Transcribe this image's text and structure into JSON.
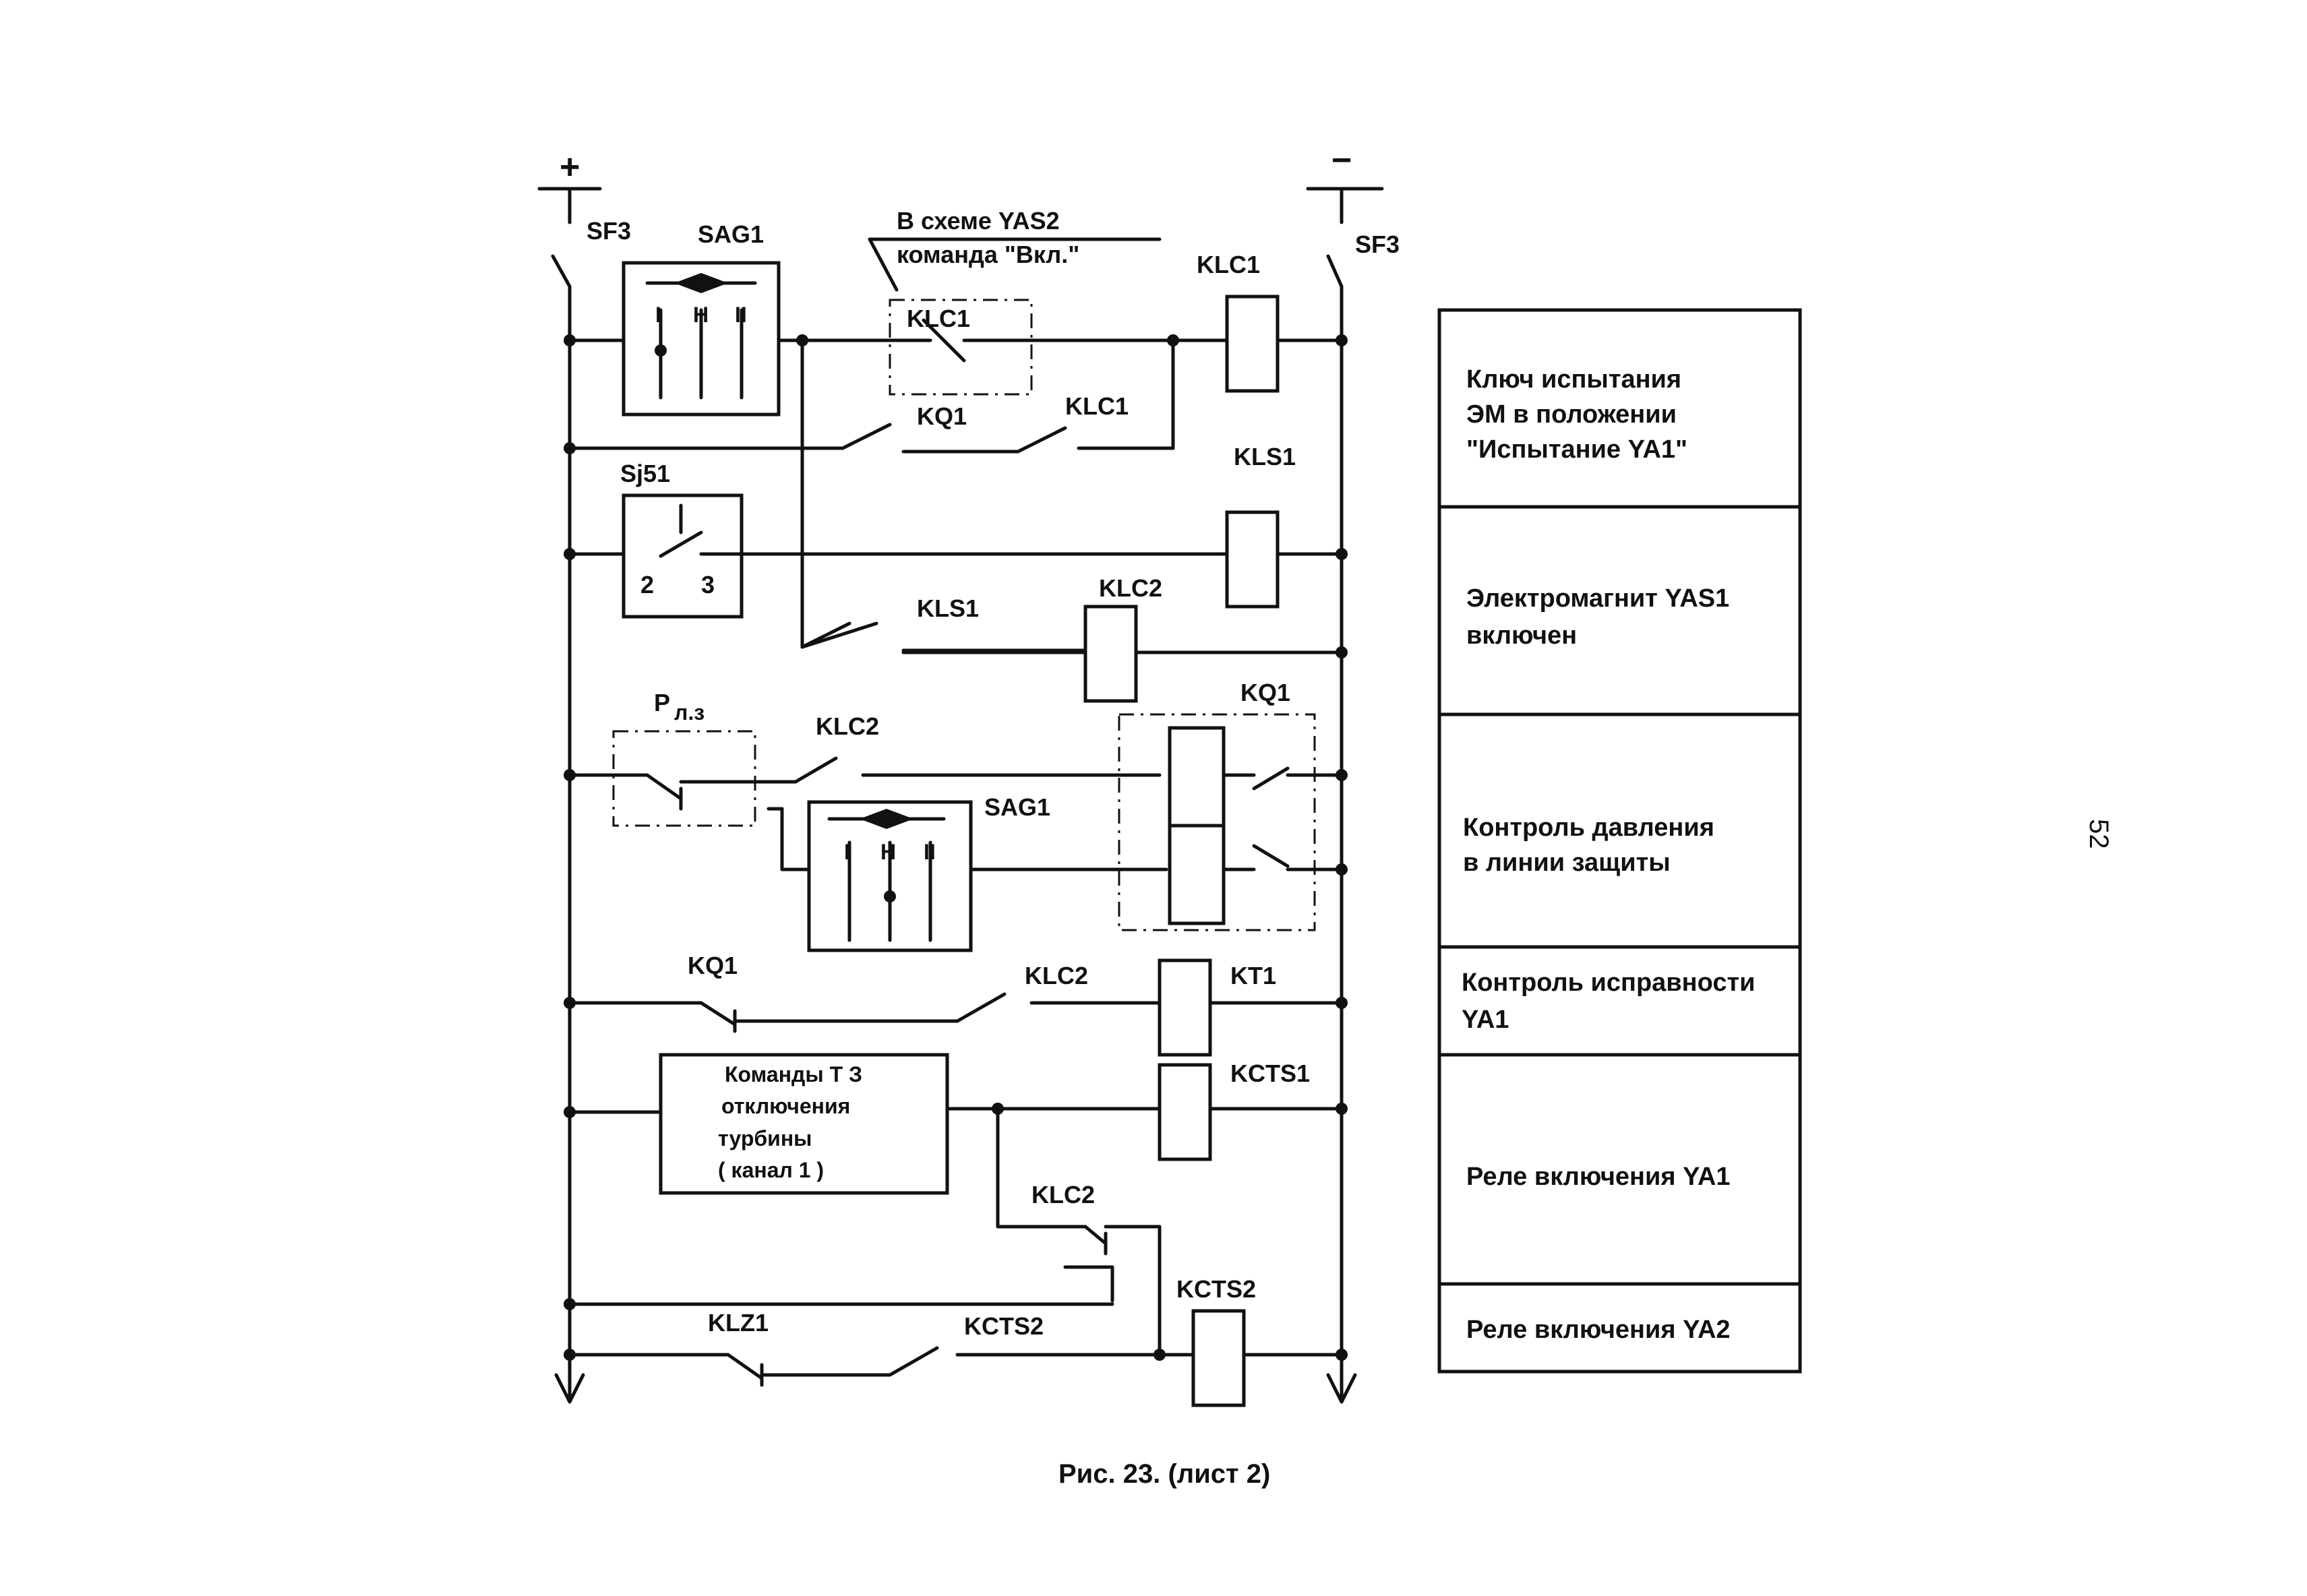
{
  "rails": {
    "plus": "+",
    "minus": "−",
    "breaker_left": "SF3",
    "breaker_right": "SF3"
  },
  "labels": {
    "sag1_top": "SAG1",
    "yas2_line1": "В схеме YAS2",
    "yas2_line2": "команда \"Вкл.\"",
    "klc1_coil": "KLC1",
    "klc1_dashed": "KLC1",
    "kq1_row2": "KQ1",
    "klc1_row2": "KLC1",
    "kls1_coil": "KLS1",
    "sj51": "Sj51",
    "sj51_pin2": "2",
    "sj51_pin3": "3",
    "kls1_contact": "KLS1",
    "klc2_coil": "KLC2",
    "p_lz": "Р",
    "p_lz_sub": "л.з",
    "klc2_row5": "KLC2",
    "kq1_row5": "KQ1",
    "sag1_mid": "SAG1",
    "kq1_row6": "KQ1",
    "klc2_row6": "KLC2",
    "kt1": "KT1",
    "kcts1": "KCTS1",
    "klc2_row7": "KLC2",
    "kcts2_coil": "KCTS2",
    "klz1": "KLZ1",
    "kcts2_contact": "KCTS2",
    "switch_i": "I",
    "switch_h": "Н",
    "switch_ii": "II"
  },
  "box_turbine": {
    "line1": "Команды  Т З",
    "line2": "отключения",
    "line3": "турбины",
    "line4": "( канал  1 )"
  },
  "table": {
    "rows": [
      {
        "line1": "Ключ  испытания",
        "line2": "ЭМ в положении",
        "line3": "\"Испытание  YA1\""
      },
      {
        "line1": "Электромагнит YAS1",
        "line2": "включен",
        "line3": ""
      },
      {
        "line1": "Контроль  давления",
        "line2": "в линии защиты",
        "line3": ""
      },
      {
        "line1": "Контроль исправности",
        "line2": "YA1",
        "line3": ""
      },
      {
        "line1": "Реле включения  YA1",
        "line2": "",
        "line3": ""
      },
      {
        "line1": "Реле включения YA2",
        "line2": "",
        "line3": ""
      }
    ]
  },
  "caption": "Рис. 23. (лист 2)",
  "page_number": "52"
}
